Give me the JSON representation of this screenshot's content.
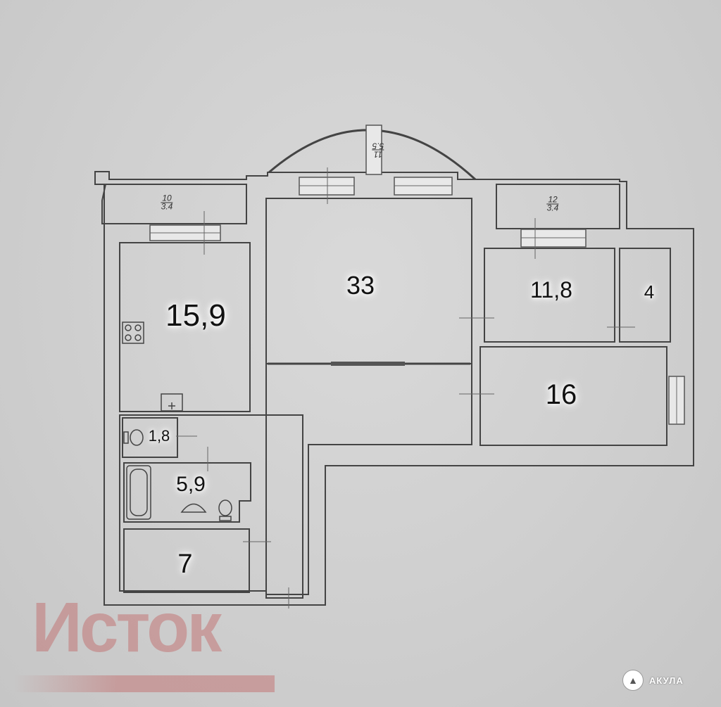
{
  "rooms": [
    {
      "id": "kitchen",
      "area": "15,9"
    },
    {
      "id": "living-room",
      "area": "33"
    },
    {
      "id": "bedroom",
      "area": "11,8"
    },
    {
      "id": "closet",
      "area": "4"
    },
    {
      "id": "room",
      "area": "16"
    },
    {
      "id": "toilet",
      "area": "1,8"
    },
    {
      "id": "bathroom",
      "area": "5,9"
    },
    {
      "id": "storage",
      "area": "7"
    }
  ],
  "balconies": [
    {
      "id": "balcony-left",
      "top": "10",
      "bottom": "3.4"
    },
    {
      "id": "balcony-center",
      "top": "11",
      "bottom": "5.5"
    },
    {
      "id": "balcony-right",
      "top": "12",
      "bottom": "3.4"
    }
  ],
  "watermark": {
    "text": "Исток"
  },
  "source": {
    "label": "АКУЛА"
  }
}
